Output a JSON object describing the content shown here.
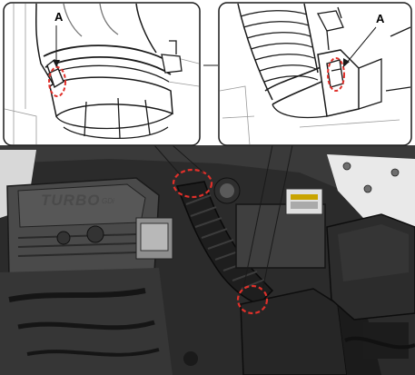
{
  "figure": {
    "engine_cover_text": "TURBO",
    "engine_cover_subtext": "GDi",
    "inset_left": {
      "callout_label": "A"
    },
    "inset_right": {
      "callout_label": "A"
    },
    "colors": {
      "line_art": "#1a1a1a",
      "highlight_dashed": "#e0302a",
      "background": "#ffffff"
    }
  }
}
